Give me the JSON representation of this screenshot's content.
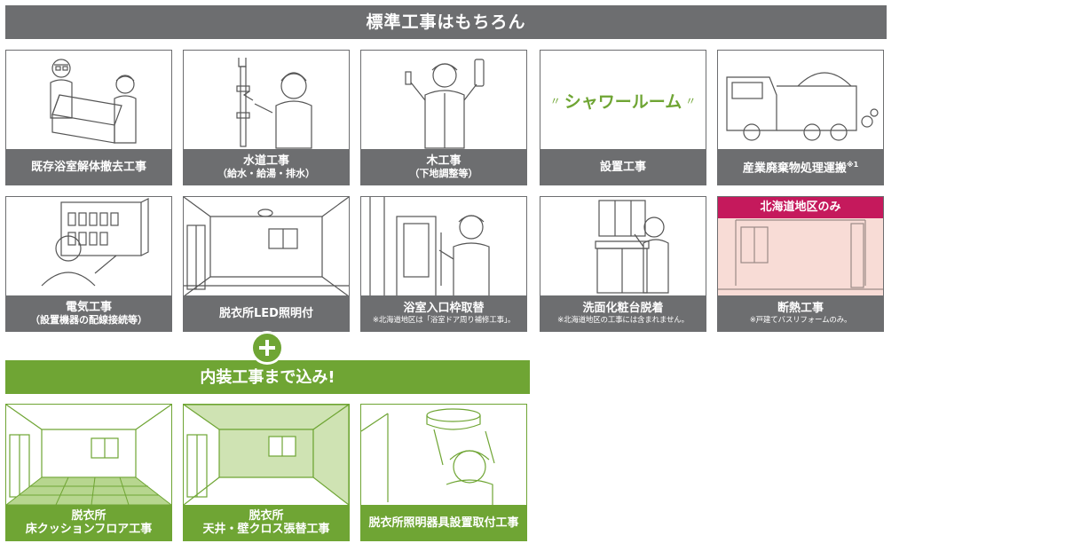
{
  "banner_standard": "標準工事はもちろん",
  "banner_interior": "内装工事まで込み!",
  "standard_works": [
    {
      "title": "既存浴室解体撤去工事",
      "sub": "",
      "note": "",
      "sup": ""
    },
    {
      "title": "水道工事",
      "sub": "（給水・給湯・排水）",
      "note": "",
      "sup": ""
    },
    {
      "title": "木工事",
      "sub": "（下地調整等）",
      "note": "",
      "sup": ""
    },
    {
      "title": "設置工事",
      "sub": "",
      "note": "",
      "sup": "",
      "image_text": "シャワールーム"
    },
    {
      "title": "産業廃棄物処理運搬",
      "sub": "",
      "note": "",
      "sup": "※1"
    },
    {
      "title": "電気工事",
      "sub": "（設置機器の配線接続等）",
      "note": "",
      "sup": ""
    },
    {
      "title": "脱衣所LED照明付",
      "sub": "",
      "note": "",
      "sup": ""
    },
    {
      "title": "浴室入口枠取替",
      "sub": "",
      "note": "※北海道地区は「浴室ドア周り補修工事」。",
      "sup": ""
    },
    {
      "title": "洗面化粧台脱着",
      "sub": "",
      "note": "※北海道地区の工事には含まれません。",
      "sup": ""
    },
    {
      "title": "断熱工事",
      "sub": "",
      "note": "※戸建てバスリフォームのみ。",
      "sup": "",
      "tag": "北海道地区のみ"
    }
  ],
  "interior_works": [
    {
      "line1": "脱衣所",
      "line2": "床クッションフロア工事"
    },
    {
      "line1": "脱衣所",
      "line2": "天井・壁クロス張替工事"
    },
    {
      "line1": "脱衣所照明器具設置取付工事",
      "line2": ""
    }
  ],
  "colors": {
    "gray": "#6d6e70",
    "green": "#6fa534",
    "magenta": "#c5195c",
    "pink": "#f8dcd6"
  }
}
